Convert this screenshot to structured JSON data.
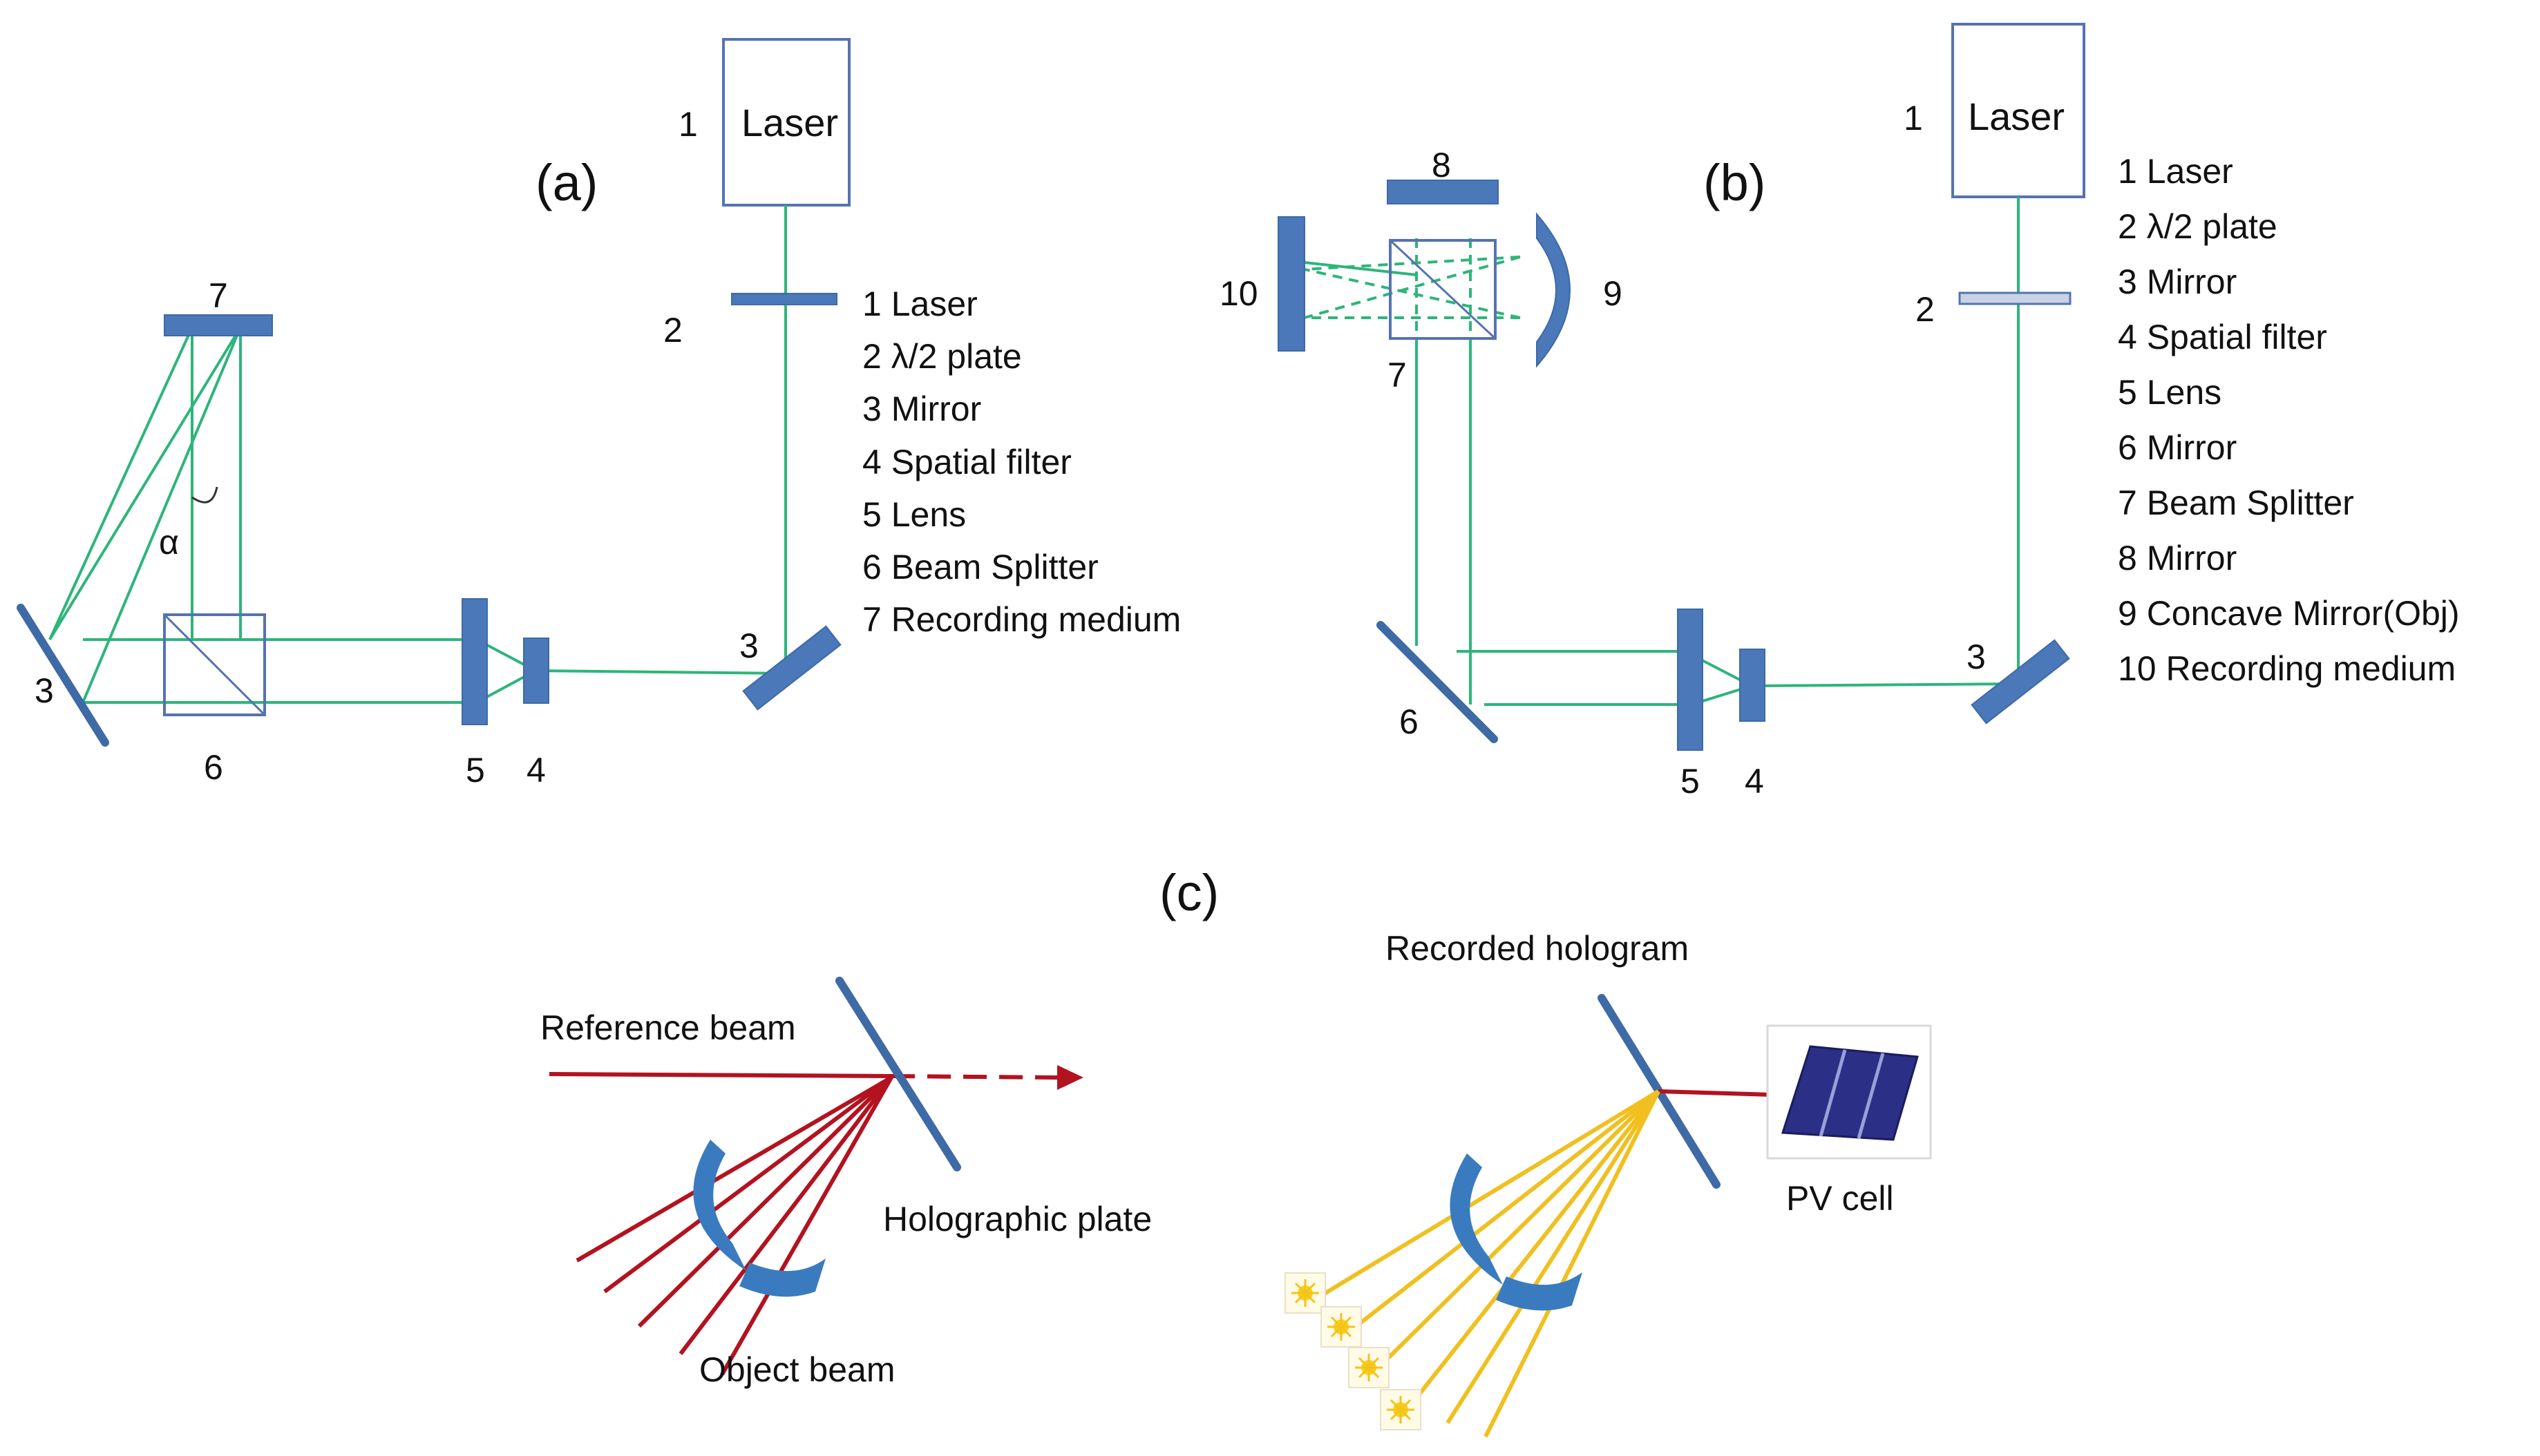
{
  "panels": {
    "a": {
      "tag": "(a)",
      "laser_text": "Laser",
      "nums": {
        "n1": "1",
        "n2": "2",
        "n3a": "3",
        "n3b": "3",
        "n4": "4",
        "n5": "5",
        "n6": "6",
        "n7": "7"
      },
      "alpha": "α",
      "legend": [
        "1 Laser",
        "2 λ/2 plate",
        "3 Mirror",
        "4 Spatial filter",
        "5 Lens",
        "6 Beam Splitter",
        "7 Recording medium"
      ]
    },
    "b": {
      "tag": "(b)",
      "laser_text": "Laser",
      "nums": {
        "n1": "1",
        "n2": "2",
        "n3": "3",
        "n4": "4",
        "n5": "5",
        "n6": "6",
        "n7": "7",
        "n8": "8",
        "n9": "9",
        "n10": "10"
      },
      "legend": [
        "1 Laser",
        "2 λ/2 plate",
        "3 Mirror",
        "4 Spatial filter",
        "5 Lens",
        "6 Mirror",
        "7 Beam Splitter",
        "8 Mirror",
        "9 Concave Mirror(Obj)",
        "10 Recording medium"
      ]
    },
    "c": {
      "tag": "(c)",
      "reference_beam": "Reference beam",
      "holographic_plate": "Holographic plate",
      "object_beam": "Object beam",
      "recorded_hologram": "Recorded hologram",
      "pv_cell": "PV cell"
    }
  },
  "colors": {
    "beam": "#2db57a",
    "component": "#4a78b8",
    "red_beam": "#b3121f",
    "sun_beam": "#f0c020"
  }
}
